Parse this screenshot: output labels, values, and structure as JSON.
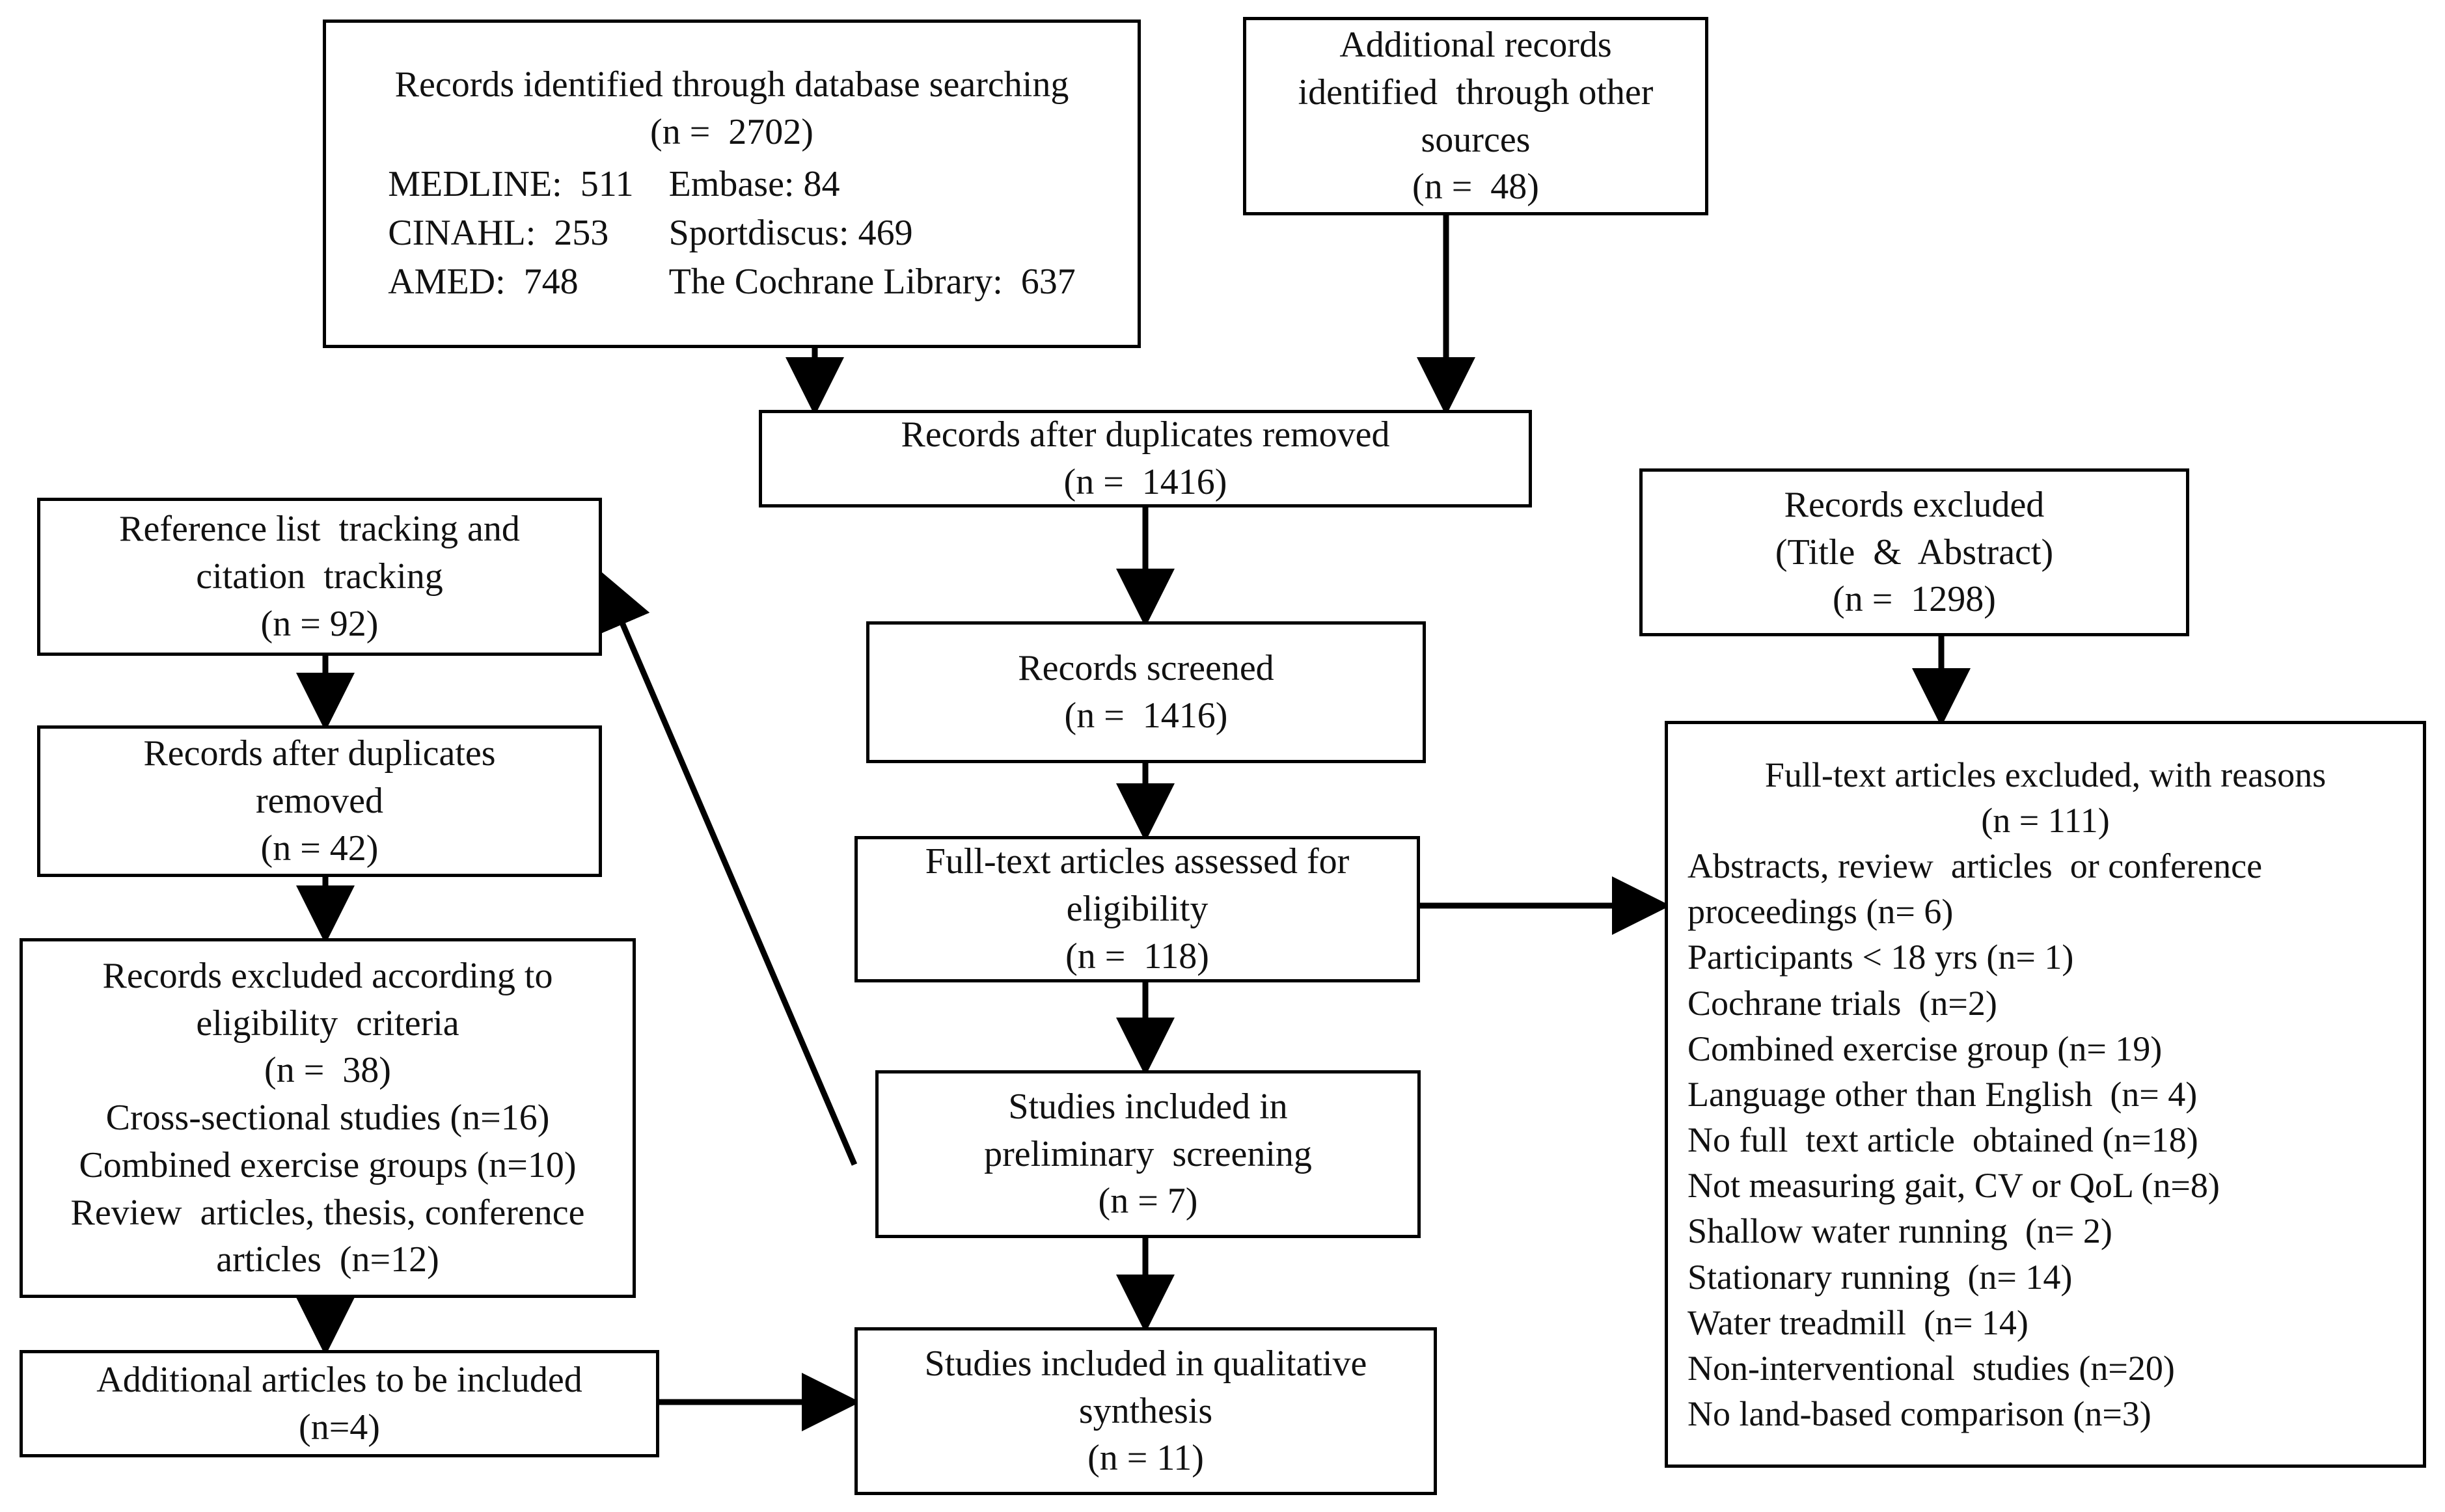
{
  "diagram": {
    "type": "prisma-flow-diagram",
    "accent_color": "#000000",
    "background_color": "#ffffff"
  },
  "boxes": {
    "database_search": {
      "title": "Records identified through database searching",
      "count": "(n =  2702)",
      "databases": [
        "MEDLINE:  511",
        "Embase: 84",
        "CINAHL:  253",
        "Sportdiscus: 469",
        "AMED:  748",
        "The Cochrane Library:  637"
      ]
    },
    "other_sources": {
      "line1": "Additional records",
      "line2": "identified  through other",
      "line3": "sources",
      "count": "(n =  48)"
    },
    "duplicates_removed_main": {
      "title": "Records after duplicates removed",
      "count": "(n =  1416)"
    },
    "records_screened": {
      "title": "Records screened",
      "count": "(n =  1416)"
    },
    "fulltext_assessed": {
      "line1": "Full-text articles assessed for",
      "line2": "eligibility",
      "count": "(n =  118)"
    },
    "preliminary_screening": {
      "line1": "Studies included in",
      "line2": "preliminary  screening",
      "count": "(n = 7)"
    },
    "qualitative_synthesis": {
      "line1": "Studies included in qualitative",
      "line2": "synthesis",
      "count": "(n = 11)"
    },
    "reference_tracking": {
      "line1": "Reference list  tracking and",
      "line2": "citation  tracking",
      "count": "(n = 92)"
    },
    "duplicates_removed_left": {
      "line1": "Records after duplicates",
      "line2": "removed",
      "count": "(n = 42)"
    },
    "excluded_eligibility": {
      "line1": "Records excluded according to",
      "line2": "eligibility  criteria",
      "count": "(n =  38)",
      "reasons": [
        "Cross-sectional studies (n=16)",
        "Combined exercise groups (n=10)",
        "Review  articles, thesis, conference",
        "articles  (n=12)"
      ]
    },
    "additional_articles": {
      "title": "Additional articles to be included",
      "count": "(n=4)"
    },
    "records_excluded_title_abstract": {
      "line1": "Records excluded",
      "line2": "(Title  &  Abstract)",
      "count": "(n =  1298)"
    },
    "fulltext_excluded": {
      "title": "Full-text articles excluded, with reasons",
      "count": "(n = 111)",
      "reasons": [
        "Abstracts, review  articles  or conference",
        "proceedings (n= 6)",
        "Participants < 18 yrs (n= 1)",
        "Cochrane trials  (n=2)",
        "Combined exercise group (n= 19)",
        "Language other than English  (n= 4)",
        "No full  text article  obtained (n=18)",
        "Not measuring gait, CV or QoL (n=8)",
        "Shallow water running  (n= 2)",
        "Stationary running  (n= 14)",
        "Water treadmill  (n= 14)",
        "Non-interventional  studies (n=20)",
        "No land-based comparison (n=3)"
      ]
    }
  }
}
